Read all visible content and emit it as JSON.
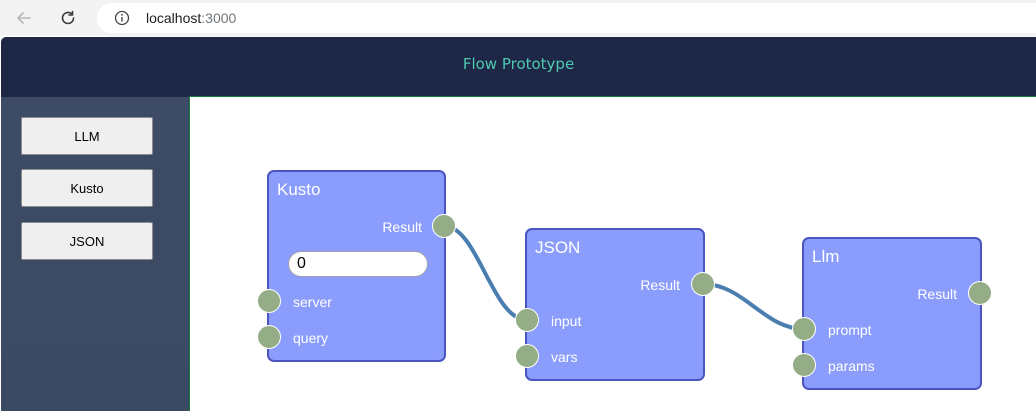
{
  "browser": {
    "url_host": "localhost",
    "url_port": ":3000"
  },
  "app": {
    "title": "Flow Prototype"
  },
  "sidebar": {
    "buttons": [
      {
        "label": "LLM"
      },
      {
        "label": "Kusto"
      },
      {
        "label": "JSON"
      }
    ]
  },
  "nodes": {
    "kusto": {
      "title": "Kusto",
      "output_label": "Result",
      "input_value": "0",
      "inputs": [
        "server",
        "query"
      ]
    },
    "json": {
      "title": "JSON",
      "output_label": "Result",
      "inputs": [
        "input",
        "vars"
      ]
    },
    "llm": {
      "title": "Llm",
      "output_label": "Result",
      "inputs": [
        "prompt",
        "params"
      ]
    }
  },
  "colors": {
    "header_bg": "#1f2747",
    "title_text": "#4ec9b0",
    "sidebar_bg": "#3d4b66",
    "node_fill": "#8b9dfc",
    "node_border": "#4a55c0",
    "port_fill": "#94ad86",
    "edge": "#4a7eb0"
  }
}
